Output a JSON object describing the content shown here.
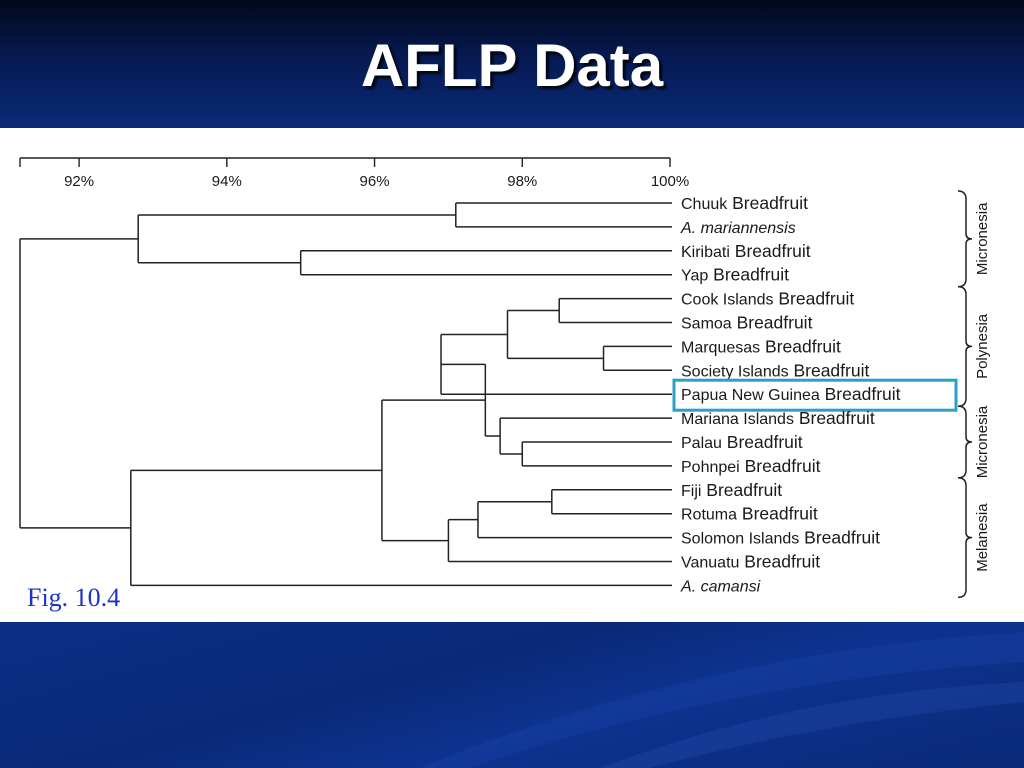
{
  "slide": {
    "title": "AFLP Data",
    "figure_label": "Fig. 10.4"
  },
  "colors": {
    "background_blue": "#0a2a7a",
    "highlight_box": "#2aa0c8",
    "figure_label": "#1a33c8"
  },
  "dendrogram": {
    "axis_ticks": [
      {
        "value": 91.2,
        "label": ""
      },
      {
        "value": 92,
        "label": "92%"
      },
      {
        "value": 94,
        "label": "94%"
      },
      {
        "value": 96,
        "label": "96%"
      },
      {
        "value": 98,
        "label": "98%"
      },
      {
        "value": 100,
        "label": "100%"
      }
    ],
    "leaves": [
      {
        "place": "Chuuk",
        "suffix": "Breadfruit"
      },
      {
        "place": "A. mariannensis",
        "suffix": "",
        "italic": true
      },
      {
        "place": "Kiribati",
        "suffix": "Breadfruit"
      },
      {
        "place": "Yap",
        "suffix": "Breadfruit"
      },
      {
        "place": "Cook Islands",
        "suffix": "Breadfruit"
      },
      {
        "place": "Samoa",
        "suffix": "Breadfruit"
      },
      {
        "place": "Marquesas",
        "suffix": "Breadfruit"
      },
      {
        "place": "Society Islands",
        "suffix": "Breadfruit"
      },
      {
        "place": "Papua New Guinea",
        "suffix": "Breadfruit",
        "highlighted": true
      },
      {
        "place": "Mariana Islands",
        "suffix": "Breadfruit"
      },
      {
        "place": "Palau",
        "suffix": "Breadfruit"
      },
      {
        "place": "Pohnpei",
        "suffix": "Breadfruit"
      },
      {
        "place": "Fiji",
        "suffix": "Breadfruit"
      },
      {
        "place": "Rotuma",
        "suffix": "Breadfruit"
      },
      {
        "place": "Solomon Islands",
        "suffix": "Breadfruit"
      },
      {
        "place": "Vanuatu",
        "suffix": "Breadfruit"
      },
      {
        "place": "A. camansi",
        "suffix": "",
        "italic": true
      }
    ],
    "region_groups": [
      {
        "label": "Micronesia",
        "from_leaf": 0,
        "to_leaf": 3
      },
      {
        "label": "Polynesia",
        "from_leaf": 4,
        "to_leaf": 8
      },
      {
        "label": "Micronesia",
        "from_leaf": 9,
        "to_leaf": 11
      },
      {
        "label": "Melanesia",
        "from_leaf": 12,
        "to_leaf": 16
      }
    ],
    "merges": [
      {
        "id": "n1",
        "a": 0,
        "b": 1,
        "similarity": 97.1
      },
      {
        "id": "n2",
        "a": 2,
        "b": 3,
        "similarity": 95.0
      },
      {
        "id": "n3",
        "a": "n1",
        "b": "n2",
        "similarity": 92.8
      },
      {
        "id": "n4",
        "a": 6,
        "b": 7,
        "similarity": 99.1
      },
      {
        "id": "n5",
        "a": 4,
        "b": 5,
        "similarity": 98.5
      },
      {
        "id": "n6",
        "a": "n5",
        "b": "n4",
        "similarity": 97.8
      },
      {
        "id": "n7",
        "a": "n6",
        "b": 8,
        "similarity": 96.9
      },
      {
        "id": "n8",
        "a": 10,
        "b": 11,
        "similarity": 98.0
      },
      {
        "id": "n9",
        "a": 9,
        "b": "n8",
        "similarity": 97.7
      },
      {
        "id": "n10",
        "a": "n7",
        "b": "n9",
        "similarity": 97.5
      },
      {
        "id": "n11",
        "a": 12,
        "b": 13,
        "similarity": 98.4
      },
      {
        "id": "n12",
        "a": "n11",
        "b": 14,
        "similarity": 97.4
      },
      {
        "id": "n13",
        "a": "n12",
        "b": 15,
        "similarity": 97.0
      },
      {
        "id": "n14",
        "a": "n10",
        "b": "n13",
        "similarity": 96.1
      },
      {
        "id": "n15",
        "a": "n14",
        "b": 16,
        "similarity": 92.7
      },
      {
        "id": "n16",
        "a": "n3",
        "b": "n15",
        "similarity": 91.2
      }
    ]
  }
}
